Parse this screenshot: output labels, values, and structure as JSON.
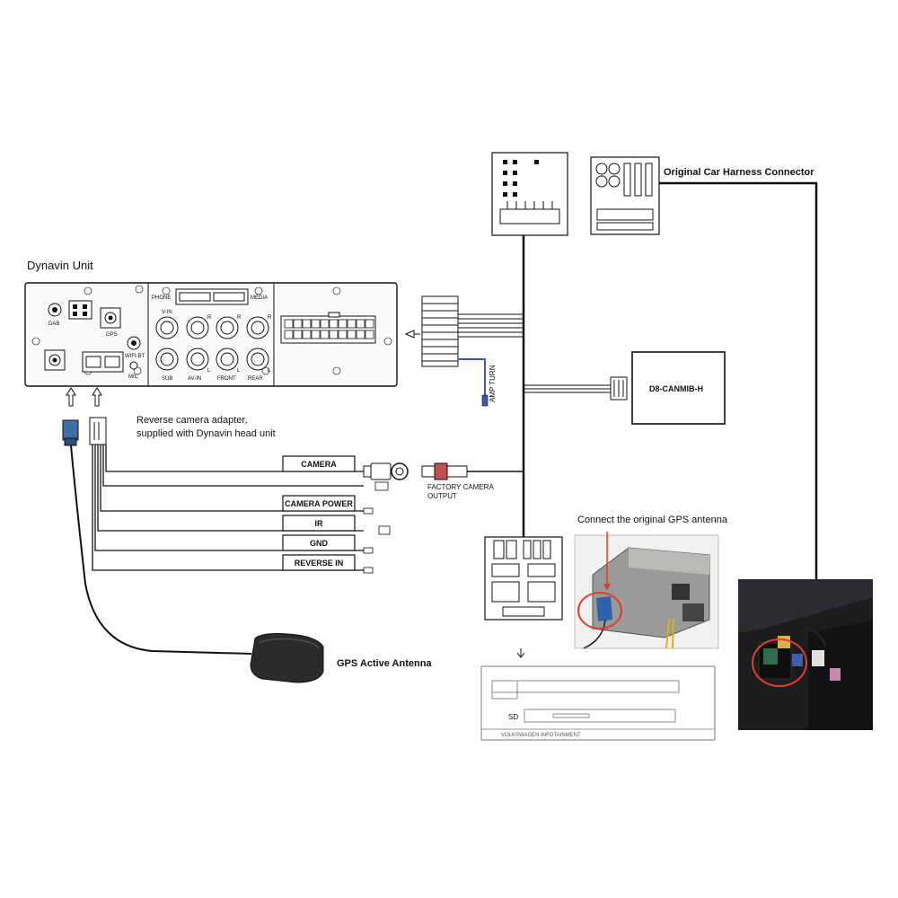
{
  "unit": {
    "title": "Dynavin Unit",
    "ports": {
      "dab": "DAB",
      "gps": "GPS",
      "wifi_bt": "WIFI-BT",
      "mic": "MIC",
      "phone": "PHONE",
      "media": "MEDIA",
      "v_in": "V-IN",
      "sub": "SUB",
      "av_in": "AV-IN",
      "front": "FRONT",
      "rear": "REAR",
      "r": "R",
      "l": "L"
    }
  },
  "harness": {
    "label": "Original Car Harness Connector"
  },
  "amp_turn": "AMP TURN",
  "canbus": {
    "label": "D8-CANMIB-H"
  },
  "adapter": {
    "note_line1": "Reverse camera adapter,",
    "note_line2": "supplied with Dynavin head unit"
  },
  "wires": [
    "CAMERA",
    "CAMERA POWER",
    "IR",
    "GND",
    "REVERSE IN"
  ],
  "factory_camera": {
    "line1": "FACTORY CAMERA",
    "line2": "OUTPUT"
  },
  "gps_antenna": {
    "label": "GPS Active Antenna"
  },
  "gps_connect": {
    "label": "Connect the original GPS antenna"
  },
  "oem_unit": {
    "sd": "SD",
    "name": "VOLKSWAGEN INFOTAINMENT"
  },
  "colors": {
    "wire": "#111111",
    "amp_wire": "#3a5bb8",
    "highlight": "#e0402a",
    "photo_dark": "#1c1c1e"
  }
}
